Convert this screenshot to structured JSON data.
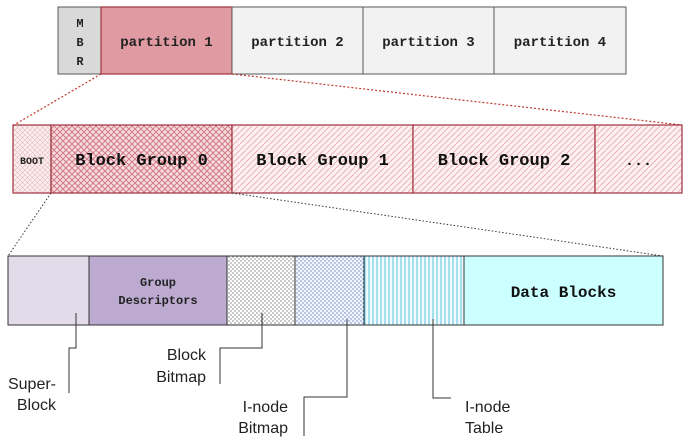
{
  "disk": {
    "mbr_letters": [
      "M",
      "B",
      "R"
    ],
    "partitions": [
      "partition 1",
      "partition 2",
      "partition 3",
      "partition 4"
    ]
  },
  "partition_layout": {
    "boot_label": "BOOT",
    "block_groups": [
      "Block Group 0",
      "Block Group 1",
      "Block Group 2"
    ],
    "more_label": "..."
  },
  "block_group_layout": {
    "group_descriptors_lines": [
      "Group",
      "Descriptors"
    ],
    "data_blocks_label": "Data Blocks"
  },
  "callouts": {
    "superblock_lines": [
      "Super-",
      "Block"
    ],
    "block_bitmap_lines": [
      "Block",
      "Bitmap"
    ],
    "inode_bitmap_lines": [
      "I-node",
      "Bitmap"
    ],
    "inode_table_lines": [
      "I-node",
      "Table"
    ]
  },
  "colors": {
    "border": "#595959",
    "partition_highlight": "#e09aa2",
    "partition_plain": "#f2f2f2",
    "mbr": "#d9d9d9",
    "dark_red": "#a0303c",
    "superblock": "#e2dbe9",
    "group_descriptors": "#bcaad0",
    "data_blocks": "#ccffff"
  }
}
